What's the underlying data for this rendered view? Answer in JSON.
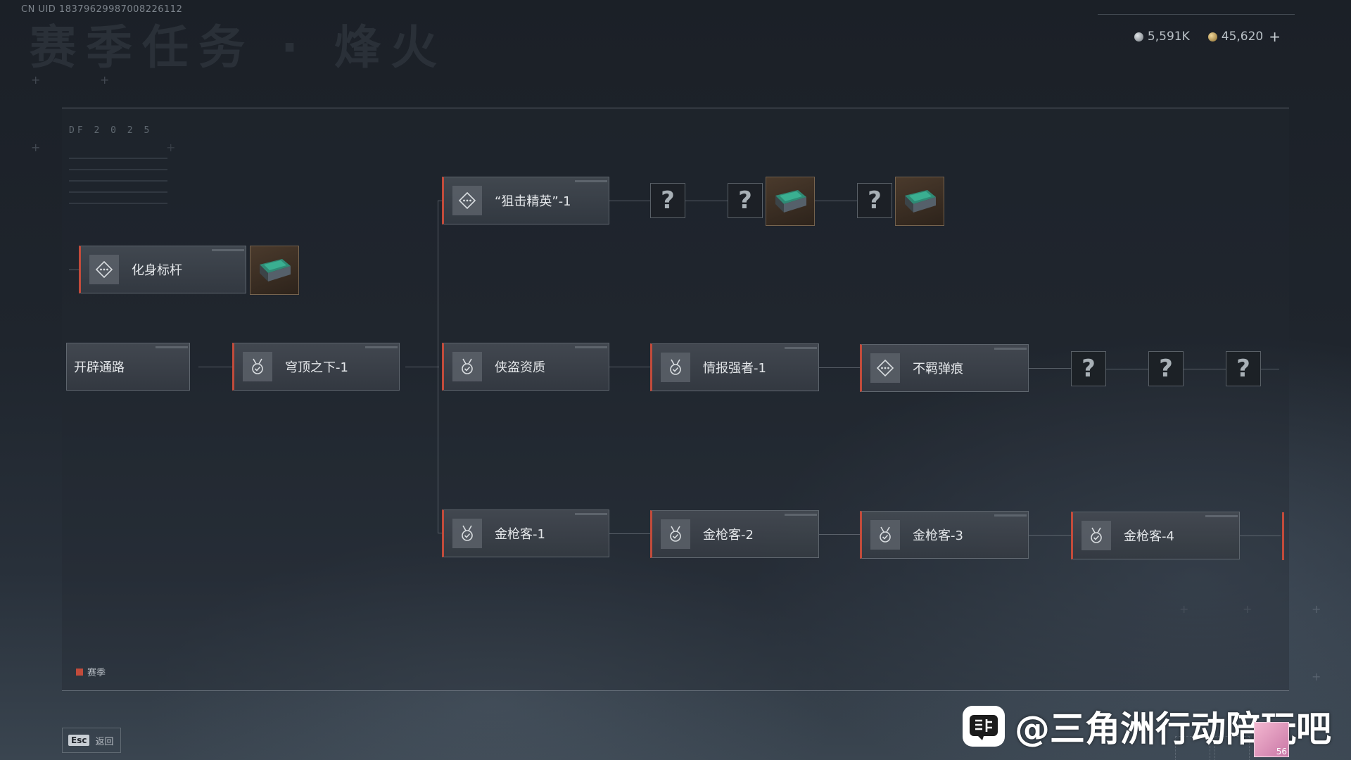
{
  "header": {
    "uid": "CN UID 18379629987008226112",
    "bg_title": "赛季任务 · 烽火"
  },
  "currency": {
    "silver_value": "5,591K",
    "gold_value": "45,620",
    "add_label": "+"
  },
  "panel": {
    "deco_code": "DF 2 0 2 5"
  },
  "quests": {
    "avatar_benchmark": "化身标杆",
    "open_road": "开辟通路",
    "under_dome_1": "穹顶之下-1",
    "sniper_elite_1": "“狙击精英”-1",
    "thief_qualification": "侠盗资质",
    "intel_master_1": "情报强者-1",
    "untamed_marks": "不羁弹痕",
    "golden_gun_1": "金枪客-1",
    "golden_gun_2": "金枪客-2",
    "golden_gun_3": "金枪客-3",
    "golden_gun_4": "金枪客-4"
  },
  "locked_label": "?",
  "legend": {
    "season_label": "赛季",
    "season_color": "#c24b3b"
  },
  "footer": {
    "esc_key": "Esc",
    "back_label": "返回"
  },
  "watermark": {
    "text": "@三角洲行动陪玩吧"
  },
  "avatar": {
    "count": "56"
  },
  "icons": {
    "diamond": "diamond-dots-icon",
    "medal": "medal-check-icon",
    "reward": "supply-case-icon"
  }
}
